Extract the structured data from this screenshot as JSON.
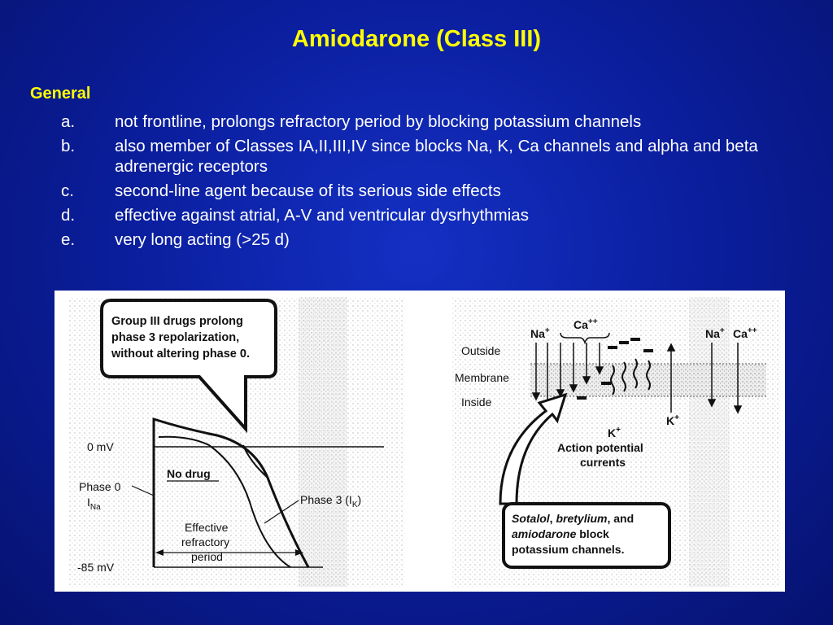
{
  "slide": {
    "title": "Amiodarone (Class III)",
    "section": "General",
    "items": [
      {
        "letter": "a.",
        "text": "not frontline, prolongs refractory period by blocking potassium channels"
      },
      {
        "letter": "b.",
        "text": "also member of Classes IA,II,III,IV since blocks Na, K, Ca channels and alpha and beta adrenergic receptors"
      },
      {
        "letter": "c.",
        "text": "second-line agent because of its serious side effects"
      },
      {
        "letter": "d.",
        "text": "effective against atrial, A-V and ventricular dysrhythmias"
      },
      {
        "letter": "e.",
        "text": "very long acting (>25 d)"
      }
    ]
  },
  "figure": {
    "left_panel": {
      "callout": [
        "Group III drugs prolong",
        "phase 3 repolarization,",
        "without altering phase 0."
      ],
      "zero_mv": "0 mV",
      "minus85": "-85 mV",
      "no_drug": "No drug",
      "phase0": "Phase 0",
      "ina": "I",
      "ina_sub": "Na",
      "phase3": "Phase 3 (I",
      "phase3_sub": "K",
      "phase3_end": ")",
      "erp": [
        "Effective",
        "refractory",
        "period"
      ]
    },
    "right_panel": {
      "outside": "Outside",
      "membrane": "Membrane",
      "inside": "Inside",
      "na": "Na",
      "ca": "Ca",
      "k": "K",
      "plus": "+",
      "plusplus": "++",
      "ap_currents": [
        "Action potential",
        "currents"
      ],
      "callout_drug1": "Sotalol",
      "callout_sep1": ", ",
      "callout_drug2": "bretylium",
      "callout_sep2": ", and",
      "callout_drug3": "amiodarone",
      "callout_rest1": " block",
      "callout_rest2": "potassium channels."
    }
  }
}
